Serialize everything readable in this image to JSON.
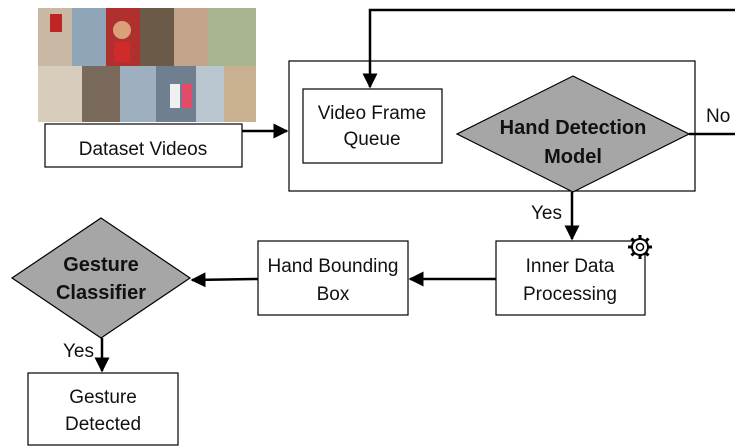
{
  "nodes": {
    "dataset_videos": {
      "label": "Dataset Videos"
    },
    "video_frame_queue": {
      "line1": "Video Frame",
      "line2": "Queue"
    },
    "hand_detection_model": {
      "line1": "Hand Detection",
      "line2": "Model"
    },
    "inner_data_processing": {
      "line1": "Inner Data",
      "line2": "Processing"
    },
    "hand_bounding_box": {
      "line1": "Hand Bounding",
      "line2": "Box"
    },
    "gesture_classifier": {
      "line1": "Gesture",
      "line2": "Classifier"
    },
    "gesture_detected": {
      "line1": "Gesture",
      "line2": "Detected"
    }
  },
  "edges": {
    "no_label": "No",
    "yes_label_detection": "Yes",
    "yes_label_gesture": "Yes"
  },
  "colors": {
    "diamond_fill": "#a6a6a6",
    "stroke": "#000000",
    "box_fill": "#ffffff"
  }
}
